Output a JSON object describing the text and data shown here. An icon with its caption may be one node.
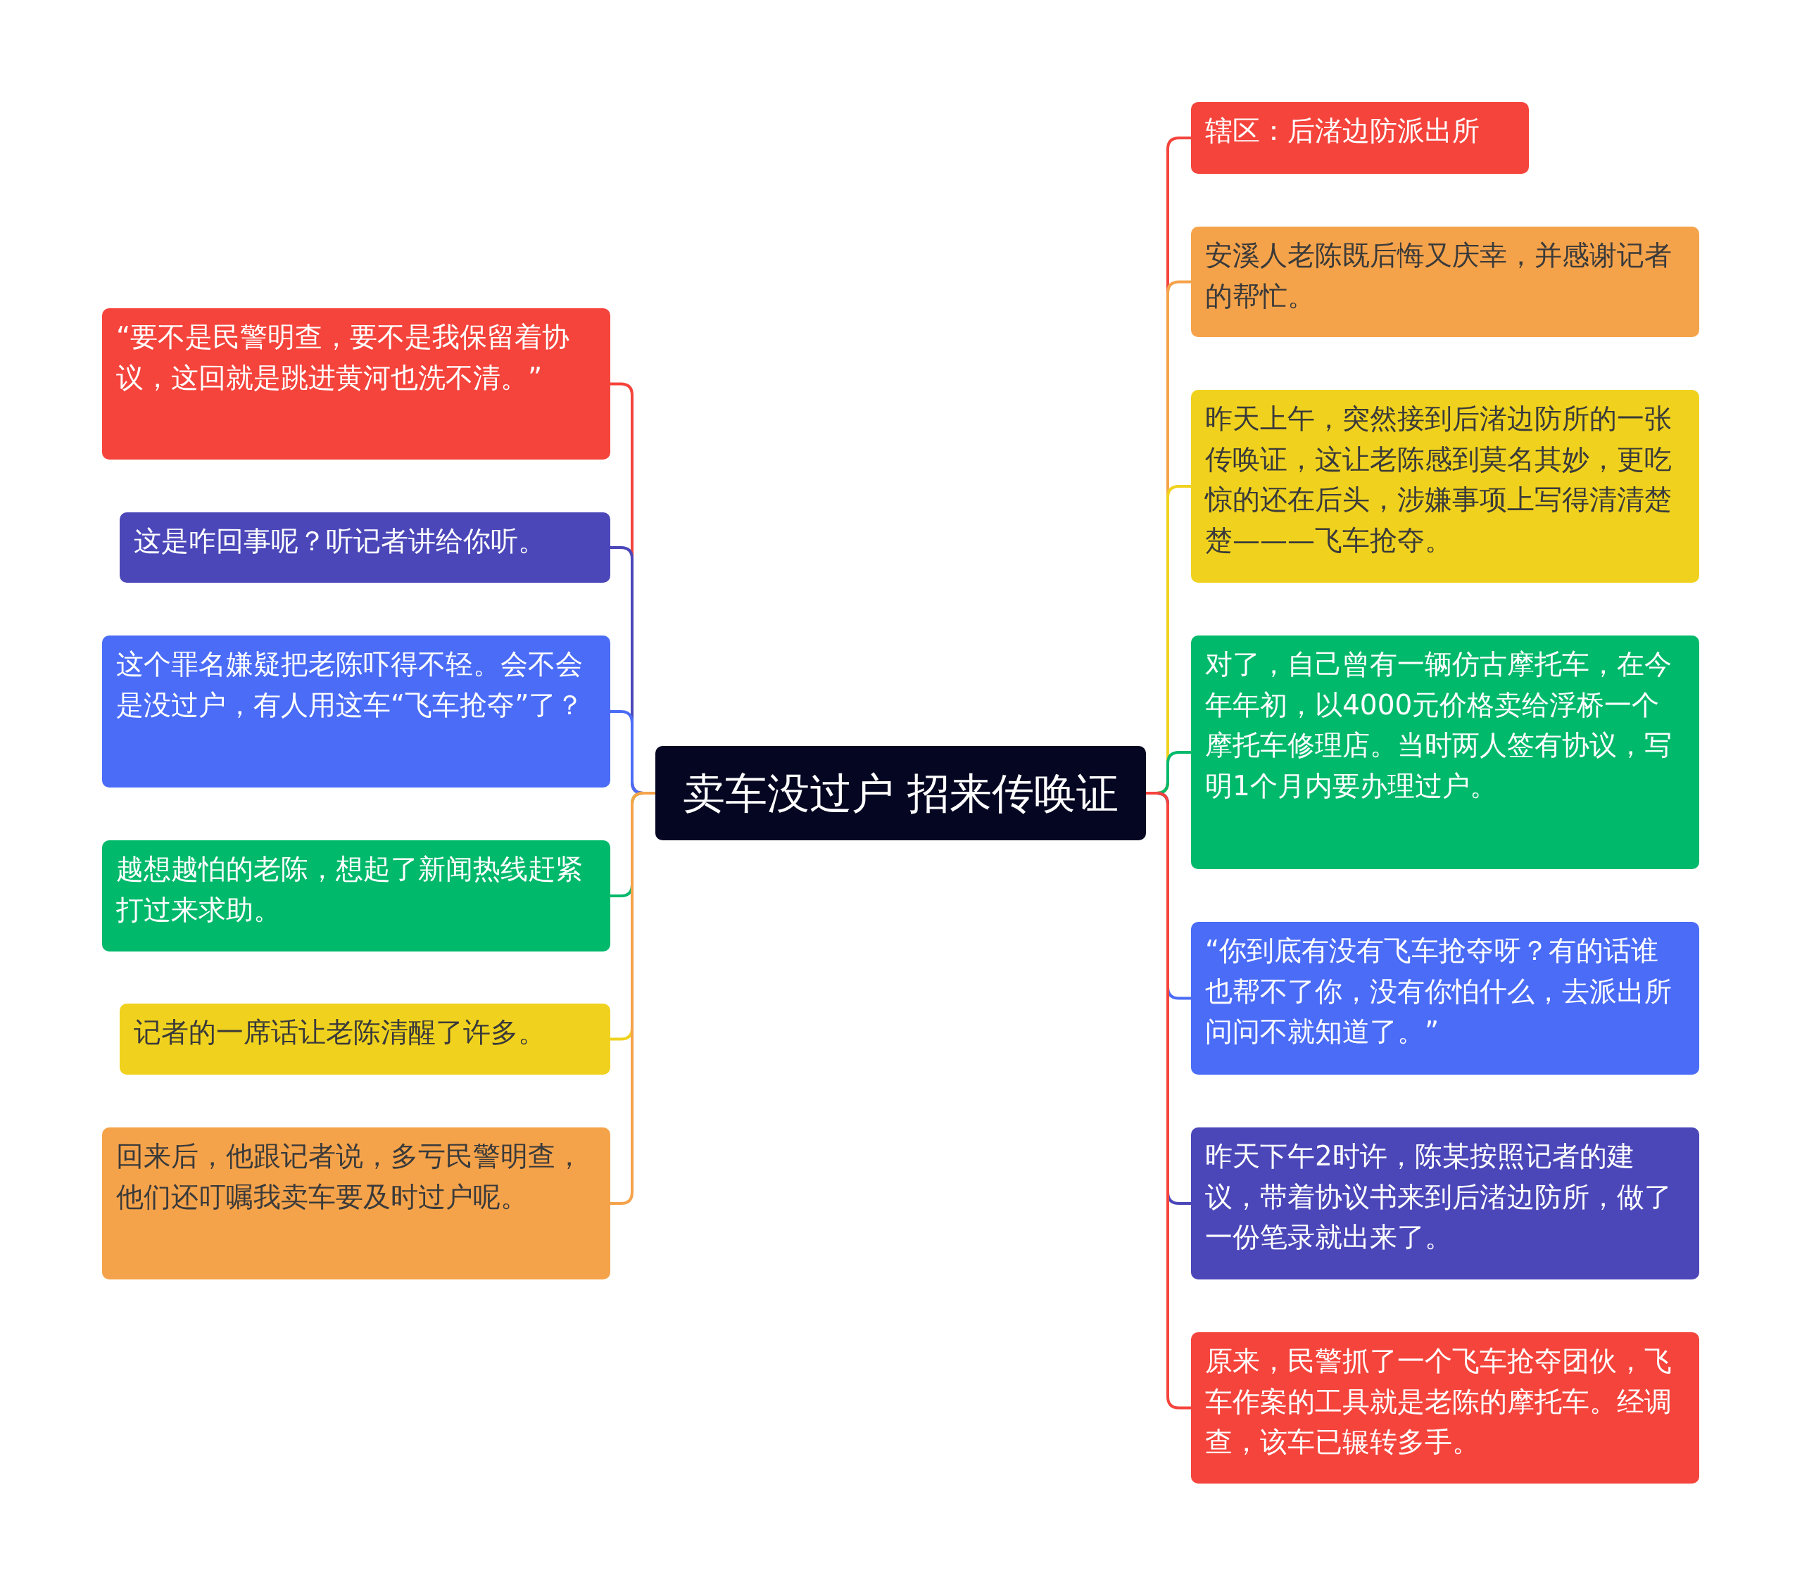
{
  "diagram": {
    "nodes": [
      {
        "text": [
          "卖车没过户 招来传唤证"
        ]
      },
      {
        "text": [
          "“要不是民警明查，要不是我保留着协议，这回就是跳进黄河也洗不清。”"
        ]
      },
      {
        "text": [
          "这是咋回事呢？听记者讲给你听。"
        ]
      },
      {
        "text": [
          "这个罪名嫌疑把老陈吓得不轻。会不会是没过户，有人用这车“飞车抢夺”了？"
        ]
      },
      {
        "text": [
          "越想越怕的老陈，想起了新闻热线赶紧打过来求助。"
        ]
      },
      {
        "text": [
          "记者的一席话让老陈清醒了许多。"
        ]
      },
      {
        "text": [
          "回来后，他跟记者说，多亏民警明查，他们还叮嘱我卖车要及时过户呢。"
        ]
      },
      {
        "text": [
          "辖区：后渚边防派出所"
        ]
      },
      {
        "text": [
          "安溪人老陈既后悔又庆幸，并感谢记者的帮忙。"
        ]
      },
      {
        "text": [
          "昨天上午，突然接到后渚边防所的一张传唤证，这让老陈感到莫名其妙，更吃惊的还在后头，涉嫌事项上写得清清楚楚———飞车抢夺。"
        ]
      },
      {
        "text": [
          "对了，自己曾有一辆仿古摩托车，在今年年初，以4000元价格卖给浮桥一个摩托车修理店。当时两人签有协议，写明1个月内要办理过户。"
        ]
      },
      {
        "text": [
          "“你到底有没有飞车抢夺呀？有的话谁也帮不了你，没有你怕什么，去派出所问问不就知道了。”"
        ]
      },
      {
        "text": [
          "昨天下午2时许，陈某按照记者的建议，带着协议书来到后渚边防所，做了一份笔录就出来了。"
        ]
      },
      {
        "text": [
          "原来，民警抓了一个飞车抢夺团伙，飞车作案的工具就是老陈的摩托车。经调查，该车已辗转多手。"
        ]
      }
    ],
    "edges": [
      {
        "from": 0,
        "to": 1,
        "arrow": "none",
        "color": "#f5443c"
      },
      {
        "from": 0,
        "to": 2,
        "arrow": "none",
        "color": "#4b47b9"
      },
      {
        "from": 0,
        "to": 3,
        "arrow": "none",
        "color": "#4a6cf7"
      },
      {
        "from": 0,
        "to": 4,
        "arrow": "none",
        "color": "#00b96b"
      },
      {
        "from": 0,
        "to": 5,
        "arrow": "none",
        "color": "#f0d21e"
      },
      {
        "from": 0,
        "to": 6,
        "arrow": "none",
        "color": "#f5a34b"
      },
      {
        "from": 0,
        "to": 7,
        "arrow": "none",
        "color": "#f5443c"
      },
      {
        "from": 0,
        "to": 8,
        "arrow": "none",
        "color": "#f5a34b"
      },
      {
        "from": 0,
        "to": 9,
        "arrow": "none",
        "color": "#f0d21e"
      },
      {
        "from": 0,
        "to": 10,
        "arrow": "none",
        "color": "#00b96b"
      },
      {
        "from": 0,
        "to": 11,
        "arrow": "none",
        "color": "#4a6cf7"
      },
      {
        "from": 0,
        "to": 12,
        "arrow": "none",
        "color": "#4b47b9"
      },
      {
        "from": 0,
        "to": 13,
        "arrow": "none",
        "color": "#f5443c"
      }
    ]
  }
}
